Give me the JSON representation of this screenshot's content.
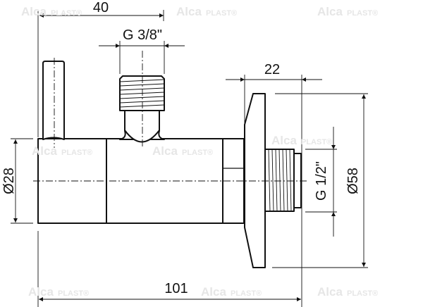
{
  "watermark": {
    "brand": "Alca",
    "suffix": "PLAST®"
  },
  "dimensions": {
    "handle_offset": "40",
    "outlet_thread": "G 3/8\"",
    "flange_depth": "22",
    "body_diameter": "Ø28",
    "inlet_thread": "G 1/2\"",
    "flange_diameter": "Ø58",
    "overall_length": "101"
  }
}
